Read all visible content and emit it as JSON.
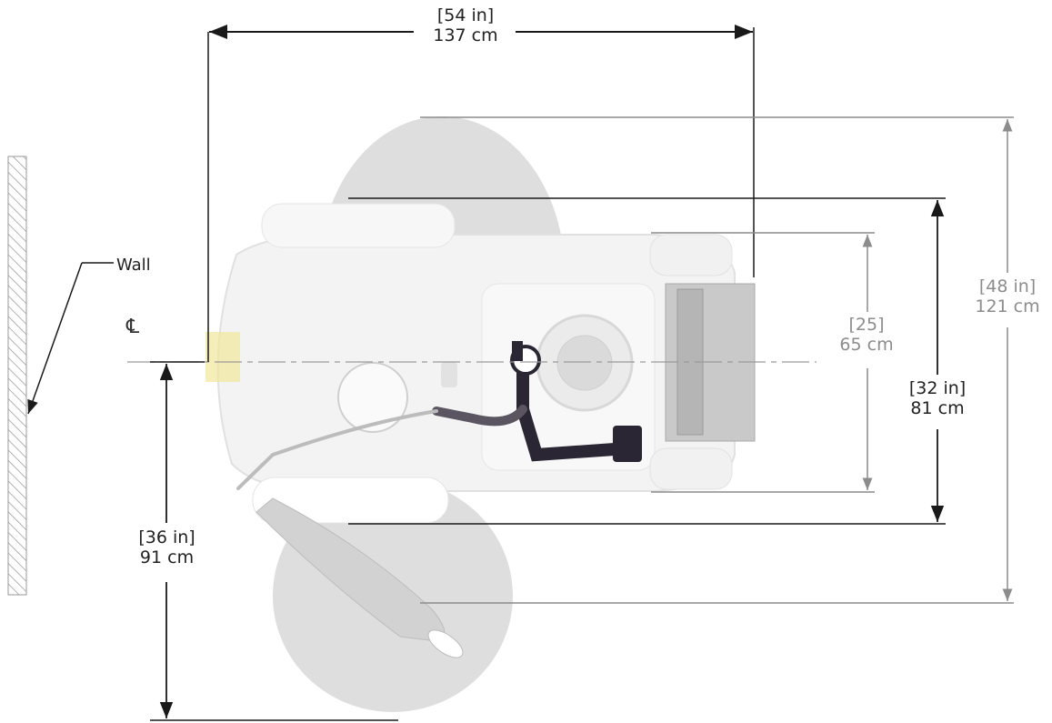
{
  "wall_label": "Wall",
  "centerline_symbol": "℄",
  "dimensions": {
    "overall_width": {
      "in": "[54 in]",
      "cm": "137 cm"
    },
    "overall_depth": {
      "in": "[48 in]",
      "cm": "121 cm"
    },
    "chair_depth": {
      "in": "[32 in]",
      "cm": "81 cm"
    },
    "seat_depth": {
      "in": "[25]",
      "cm": "65 cm"
    },
    "wall_offset": {
      "in": "[36 in]",
      "cm": "91 cm"
    }
  },
  "colors": {
    "dimension_line": "#1a1a1a",
    "grey_dimension": "#8c8c8c",
    "chair_shadow": "#dcdcdc",
    "chair_body": "#f2f2f2",
    "tubing": "#2b2633",
    "accent_yellow": "#f2e79a"
  }
}
